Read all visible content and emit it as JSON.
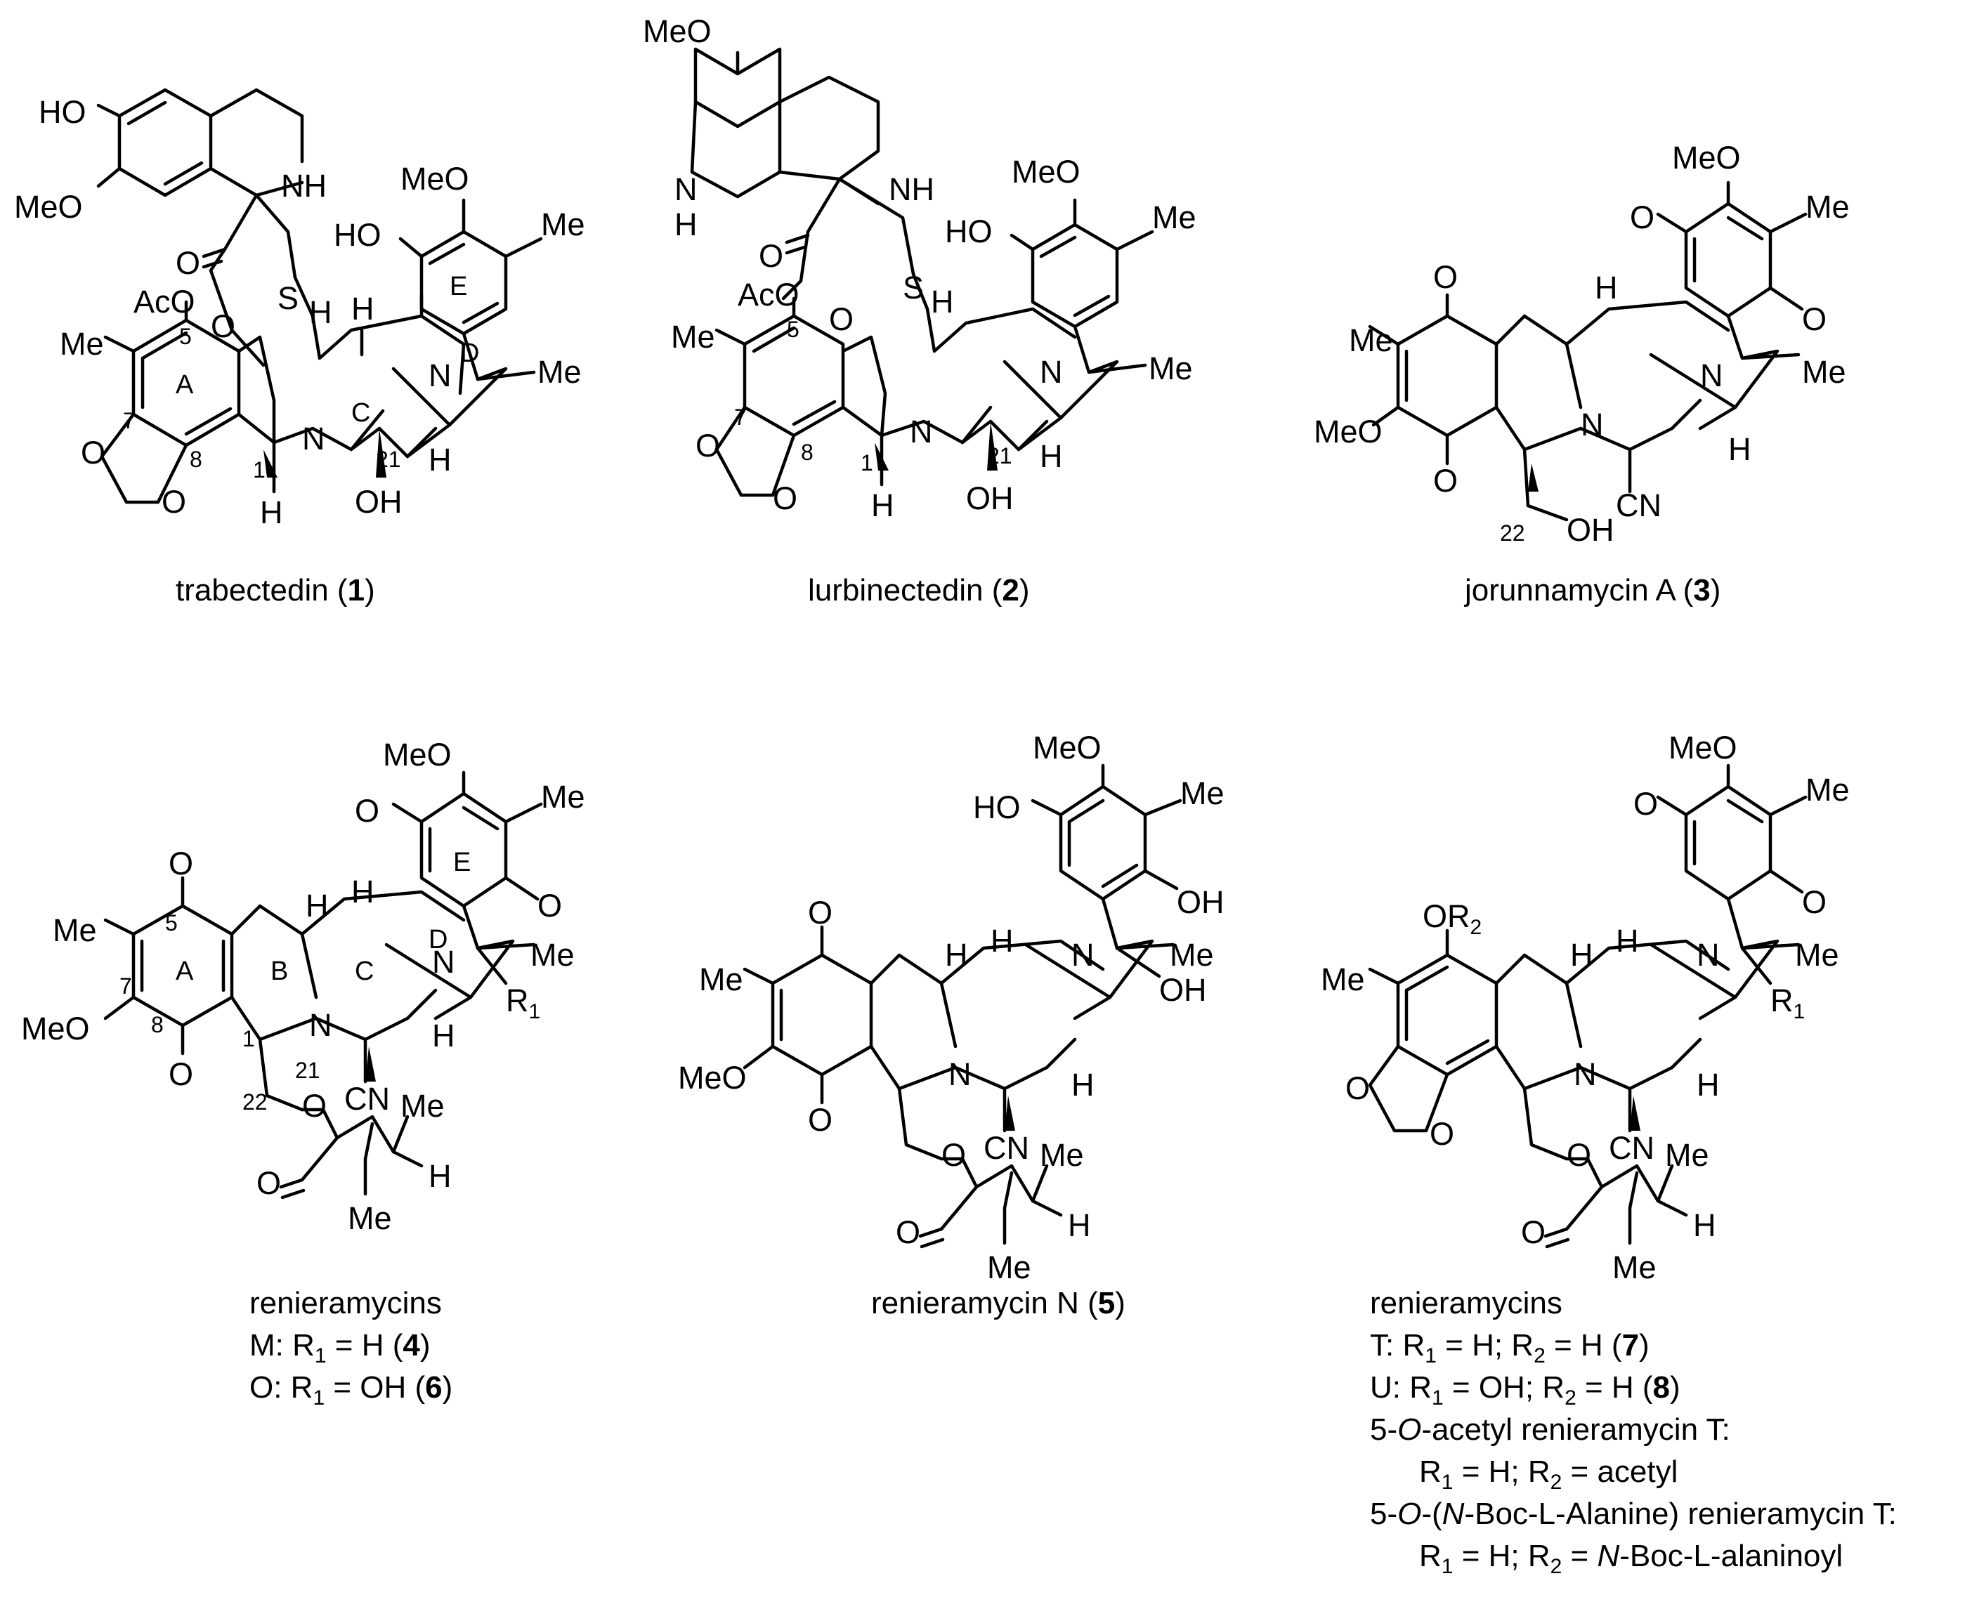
{
  "compounds": [
    {
      "atoms": {
        "ho": "HO",
        "meo1": "MeO",
        "nh": "NH",
        "o_carb": "O",
        "aco": "AcO",
        "me_a": "Me",
        "o_ring": "O",
        "s": "S",
        "h_top": "H",
        "h_top2": "H",
        "meo_e": "MeO",
        "ho_e": "HO",
        "me_e": "Me",
        "n_d": "N",
        "me_d": "Me",
        "n_main": "N",
        "h_21": "H",
        "h_1": "H",
        "oh_21": "OH",
        "o_md1": "O",
        "o_md2": "O"
      },
      "labels": {
        "n5": "5",
        "n7": "7",
        "n8": "8",
        "n1": "1",
        "n21": "21",
        "rA": "A",
        "rC": "C",
        "rD": "D",
        "rE": "E"
      },
      "caption": {
        "name": "trabectedin (",
        "num": "1",
        "close": ")"
      }
    },
    {
      "atoms": {
        "meo_top": "MeO",
        "nh_indole": "N",
        "h_indole": "H",
        "nh": "NH",
        "o_carb": "O",
        "aco": "AcO",
        "me_a": "Me",
        "o_ring": "O",
        "s": "S",
        "h_top": "H",
        "meo_e": "MeO",
        "ho_e": "HO",
        "me_e": "Me",
        "n_d": "N",
        "me_d": "Me",
        "n_main": "N",
        "h_21": "H",
        "h_1": "H",
        "oh_21": "OH",
        "o_md1": "O",
        "o_md2": "O"
      },
      "labels": {
        "n5": "5",
        "n7": "7",
        "n8": "8",
        "n1": "1",
        "n21": "21"
      },
      "caption": {
        "name": "lurbinectedin (",
        "num": "2",
        "close": ")"
      }
    },
    {
      "atoms": {
        "meo_e": "MeO",
        "o_e1": "O",
        "me_e": "Me",
        "o_e2": "O",
        "o_a1": "O",
        "me_a": "Me",
        "meo_a": "MeO",
        "o_a2": "O",
        "h_top": "H",
        "n_d": "N",
        "me_d": "Me",
        "n_main": "N",
        "h_21": "H",
        "cn": "CN",
        "oh": "OH"
      },
      "labels": {
        "n22": "22"
      },
      "caption": {
        "name": "jorunnamycin A (",
        "num": "3",
        "close": ")"
      }
    },
    {
      "atoms": {
        "meo_e": "MeO",
        "o_e1": "O",
        "me_e": "Me",
        "o_e2": "O",
        "o_a1": "O",
        "me_a": "Me",
        "meo_a": "MeO",
        "o_a2": "O",
        "h_top": "H",
        "h_top2": "H",
        "n_d": "N",
        "me_d": "Me",
        "r1": "R",
        "r1s": "1",
        "n_main": "N",
        "h_21": "H",
        "cn": "CN",
        "o_est": "O",
        "o_carb": "O",
        "me_z": "Me",
        "h_z": "H",
        "me_z2": "Me"
      },
      "labels": {
        "n5": "5",
        "n7": "7",
        "n8": "8",
        "n1": "1",
        "n21": "21",
        "n22": "22",
        "rA": "A",
        "rB": "B",
        "rC": "C",
        "rD": "D",
        "rE": "E"
      },
      "caption": {
        "title": "renieramycins",
        "line1": {
          "a": "M: R",
          "s": "1",
          "b": " = H (",
          "n": "4",
          "c": ")"
        },
        "line2": {
          "a": "O: R",
          "s": "1",
          "b": " = OH (",
          "n": "6",
          "c": ")"
        }
      }
    },
    {
      "atoms": {
        "meo_e": "MeO",
        "ho_e": "HO",
        "me_e": "Me",
        "oh_e": "OH",
        "o_a1": "O",
        "me_a": "Me",
        "meo_a": "MeO",
        "o_a2": "O",
        "h_top": "H",
        "h_top2": "H",
        "n_d": "N",
        "me_d": "Me",
        "oh_d": "OH",
        "n_main": "N",
        "h_21": "H",
        "cn": "CN",
        "o_est": "O",
        "o_carb": "O",
        "me_z": "Me",
        "h_z": "H",
        "me_z2": "Me"
      },
      "caption": {
        "name": "renieramycin N (",
        "num": "5",
        "close": ")"
      }
    },
    {
      "atoms": {
        "meo_e": "MeO",
        "o_e1": "O",
        "me_e": "Me",
        "o_e2": "O",
        "or2": "OR",
        "or2s": "2",
        "me_a": "Me",
        "o_md1": "O",
        "o_md2": "O",
        "h_top": "H",
        "h_top2": "H",
        "n_d": "N",
        "me_d": "Me",
        "r1": "R",
        "r1s": "1",
        "n_main": "N",
        "h_21": "H",
        "cn": "CN",
        "o_est": "O",
        "o_carb": "O",
        "me_z": "Me",
        "h_z": "H",
        "me_z2": "Me"
      },
      "caption": {
        "title": "renieramycins",
        "l1": {
          "a": "T: R",
          "s1": "1",
          "b": " = H; R",
          "s2": "2",
          "c": " = H (",
          "n": "7",
          "d": ")"
        },
        "l2": {
          "a": "U: R",
          "s1": "1",
          "b": " = OH; R",
          "s2": "2",
          "c": " = H (",
          "n": "8",
          "d": ")"
        },
        "l3": {
          "a": "5-",
          "i": "O",
          "b": "-acetyl renieramycin T:"
        },
        "l4": {
          "a": "R",
          "s1": "1",
          "b": " = H; R",
          "s2": "2",
          "c": " = acetyl"
        },
        "l5": {
          "a": "5-",
          "i1": "O",
          "b": "-(",
          "i2": "N",
          "c": "-Boc-L-Alanine) renieramycin T:"
        },
        "l6": {
          "a": "R",
          "s1": "1",
          "b": " = H; R",
          "s2": "2",
          "c": " = ",
          "i": "N",
          "d": "-Boc-L-alaninoyl"
        }
      }
    }
  ]
}
